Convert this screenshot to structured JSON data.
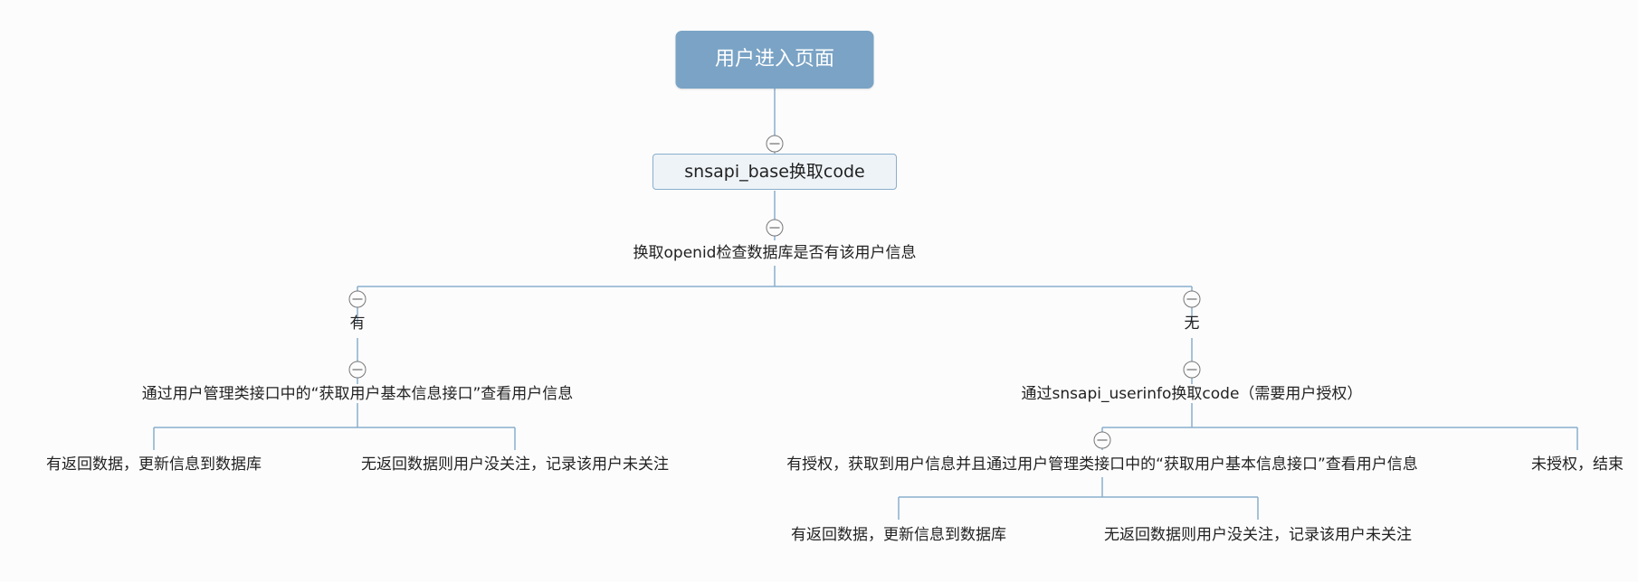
{
  "nodes": {
    "root": "用户进入页面",
    "base": "snsapi_base换取code",
    "check": "换取openid检查数据库是否有该用户信息",
    "has": "有",
    "none": "无",
    "has_query": "通过用户管理类接口中的“获取用户基本信息接口”查看用户信息",
    "has_result_yes": "有返回数据，更新信息到数据库",
    "has_result_no": "无返回数据则用户没关注，记录该用户未关注",
    "userinfo": "通过snsapi_userinfo换取code（需要用户授权）",
    "authorized": "有授权，获取到用户信息并且通过用户管理类接口中的“获取用户基本信息接口”查看用户信息",
    "unauthorized": "未授权，结束",
    "auth_result_yes": "有返回数据，更新信息到数据库",
    "auth_result_no": "无返回数据则用户没关注，记录该用户未关注"
  },
  "colors": {
    "root_fill": "#7aa3c5",
    "connector": "#8aaecb",
    "box_fill": "#eef3f7"
  }
}
